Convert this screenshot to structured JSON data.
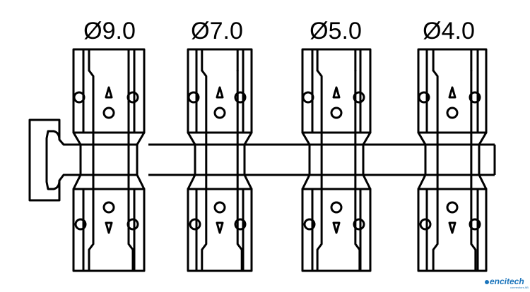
{
  "sizes": [
    {
      "label": "Ø9.0"
    },
    {
      "label": "Ø7.0"
    },
    {
      "label": "Ø5.0"
    },
    {
      "label": "Ø4.0"
    }
  ],
  "colors": {
    "line": "#000000",
    "background": "#ffffff",
    "logo_blue": "#1c75bc"
  },
  "logo": {
    "name": "encitech",
    "tagline": "connectors AB"
  }
}
